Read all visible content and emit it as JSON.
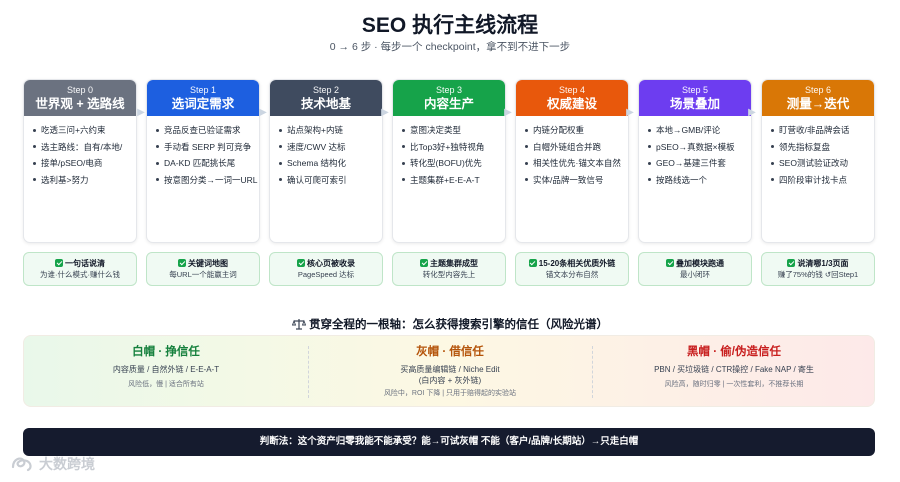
{
  "header": {
    "title": "SEO 执行主线流程",
    "subtitle": "0 → 6 步 · 每步一个 checkpoint，拿不到不进下一步"
  },
  "steps": [
    {
      "num": "Step 0",
      "name": "世界观 + 选路线",
      "color": "#6b7280",
      "items": [
        "吃透三问+六约束",
        "选主路线：自有/本地/",
        "接单/pSEO/电商",
        "选利基>努力"
      ],
      "check_title": "一句话说清",
      "check_desc": "为谁·什么模式·赚什么钱"
    },
    {
      "num": "Step 1",
      "name": "选词定需求",
      "color": "#1d5fe0",
      "items": [
        "竞品反查已验证需求",
        "手动看 SERP 判可竞争",
        "DA-KD 匹配挑长尾",
        "按意图分类→一词一URL"
      ],
      "check_title": "关键词地图",
      "check_desc": "每URL一个能赢主词"
    },
    {
      "num": "Step 2",
      "name": "技术地基",
      "color": "#3f4b5f",
      "items": [
        "站点架构+内链",
        "速度/CWV 达标",
        "Schema 结构化",
        "确认可爬可索引"
      ],
      "check_title": "核心页被收录",
      "check_desc": "PageSpeed 达标"
    },
    {
      "num": "Step 3",
      "name": "内容生产",
      "color": "#16a34a",
      "items": [
        "意图决定类型",
        "比Top3好+独特视角",
        "转化型(BOFU)优先",
        "主题集群+E-E-A-T"
      ],
      "check_title": "主题集群成型",
      "check_desc": "转化型内容先上"
    },
    {
      "num": "Step 4",
      "name": "权威建设",
      "color": "#e8580c",
      "items": [
        "内链分配权重",
        "白帽外链组合并跑",
        "相关性优先·锚文本自然",
        "实体/品牌一致信号"
      ],
      "check_title": "15-20条相关优质外链",
      "check_desc": "锚文本分布自然"
    },
    {
      "num": "Step 5",
      "name": "场景叠加",
      "color": "#6d3df0",
      "items": [
        "本地→GMB/评论",
        "pSEO→真数据×模板",
        "GEO→基建三件套",
        "按路线选一个"
      ],
      "check_title": "叠加模块跑通",
      "check_desc": "最小闭环"
    },
    {
      "num": "Step 6",
      "name": "测量→迭代",
      "color": "#d97706",
      "items": [
        "盯营收/非品牌会话",
        "领先指标复盘",
        "SEO测试验证改动",
        "四阶段审计找卡点"
      ],
      "check_title": "说清哪1/3页面",
      "check_desc": "赚了75%的钱 ↺回Step1"
    }
  ],
  "axis": {
    "title": "贯穿全程的一根轴：怎么获得搜索引擎的信任（风险光谱）",
    "icon": "scale-icon"
  },
  "spectrum": [
    {
      "title": "白帽 · 挣信任",
      "color": "#15803d",
      "desc": "内容质量 / 自然外链 / E-E-A-T",
      "desc2": "",
      "note": "风险低，慢 | 适合所有站"
    },
    {
      "title": "灰帽 · 借信任",
      "color": "#b45309",
      "desc": "买高质量编辑链 / Niche Edit",
      "desc2": "(白内容 + 灰外链)",
      "note": "风险中，ROI 下降 | 只用于赔得起的实验站"
    },
    {
      "title": "黑帽 · 偷/伪造信任",
      "color": "#c81e1e",
      "desc": "PBN / 买垃圾链 / CTR操控 / Fake NAP / 寄生",
      "desc2": "",
      "note": "风险高，随时归零 | 一次性套利，不推荐长期"
    }
  ],
  "verdict": "判断法：这个资产归零我能不能承受？能→可试灰帽    不能（客户/品牌/长期站）→只走白帽",
  "watermark": "大数跨境"
}
